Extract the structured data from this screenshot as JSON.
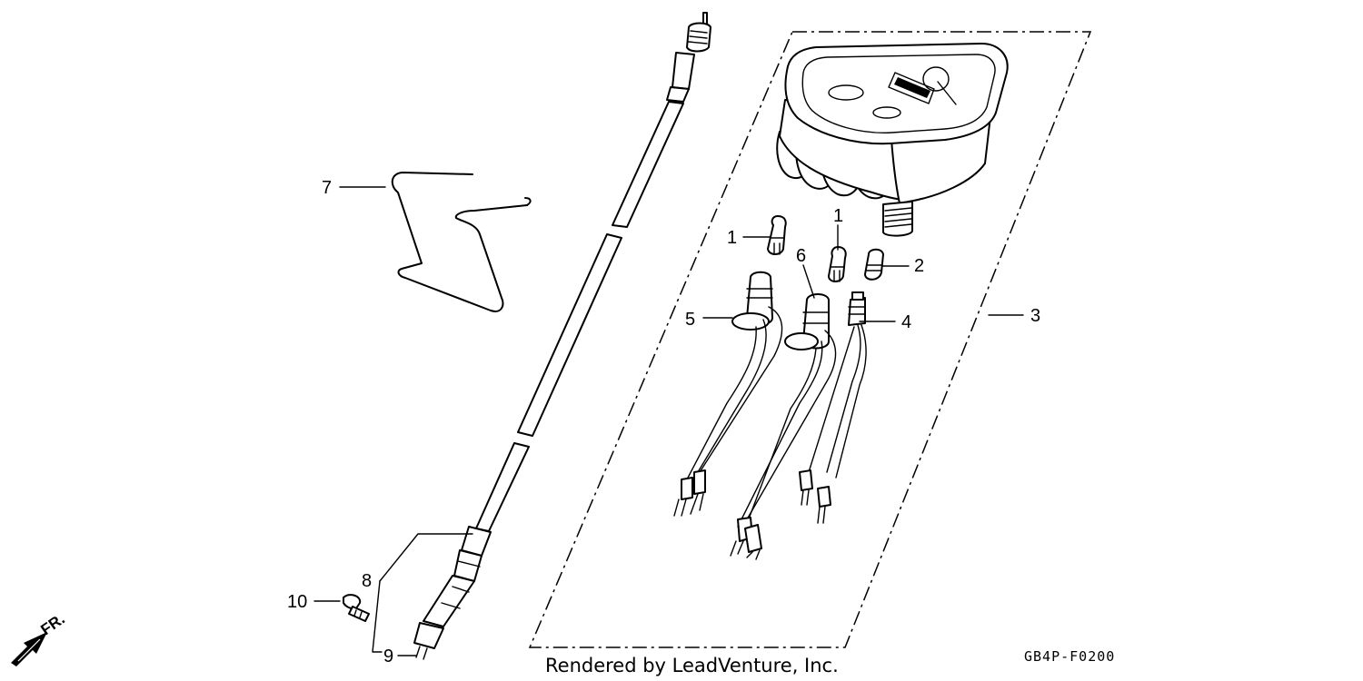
{
  "diagram": {
    "callouts": {
      "c1a": "1",
      "c1b": "1",
      "c2": "2",
      "c3": "3",
      "c4": "4",
      "c5": "5",
      "c6": "6",
      "c7": "7",
      "c8": "8",
      "c9": "9",
      "c10": "10"
    },
    "front_marker": "FR.",
    "credit": "Rendered by LeadVenture, Inc.",
    "figure_code": "GB4P-F0200"
  }
}
